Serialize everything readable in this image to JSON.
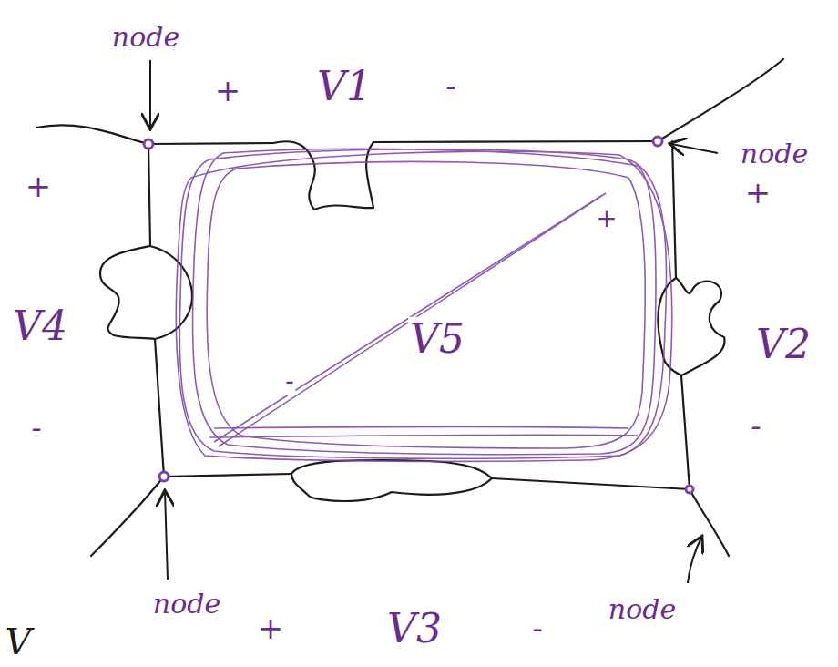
{
  "diagram": {
    "labels": [
      "node",
      "+",
      "V1",
      "-",
      "node",
      "+",
      "V2",
      "-",
      "+",
      "V4",
      "-",
      "V5",
      "+",
      "-",
      "node",
      "+",
      "V3",
      "-",
      "node",
      "V"
    ]
  }
}
